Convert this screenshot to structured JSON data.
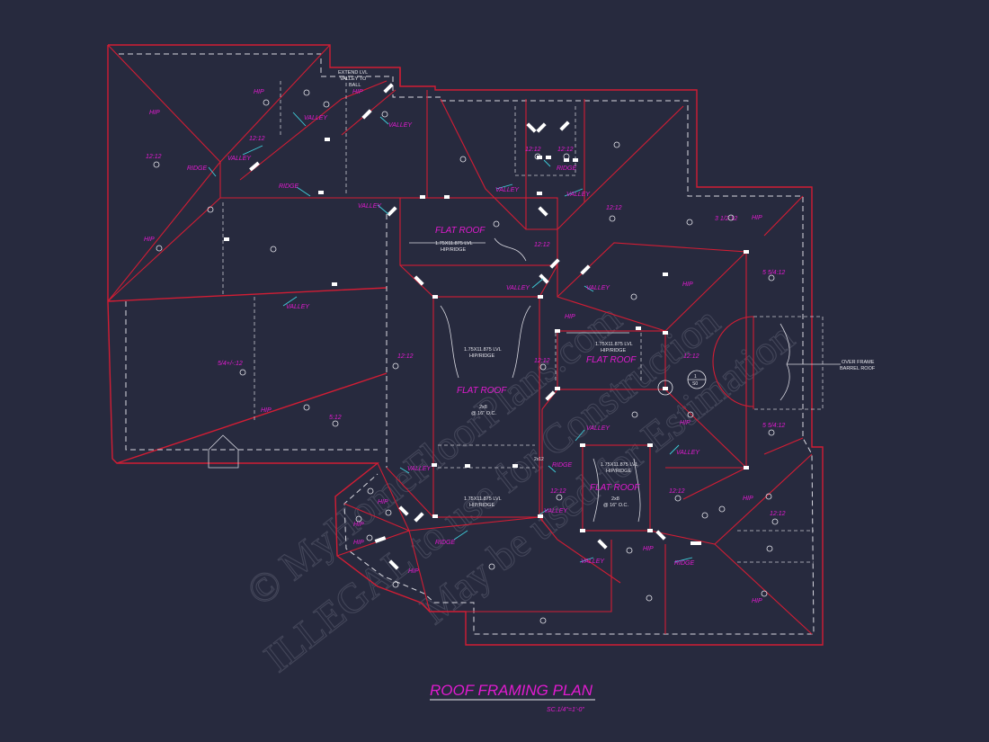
{
  "colors": {
    "background": "#272a3e",
    "walls": "#d21d34",
    "labels": "#e21bd0",
    "leaders": "#3fd0dc",
    "dashed": "#d8d8e0"
  },
  "title": {
    "text": "ROOF FRAMING PLAN",
    "scale": "SC.1/4\"=1'-0\""
  },
  "watermark": {
    "line1": "© MyHomeFloorPlans.com",
    "line2": "ILLEGAL to use for Construction",
    "line3": "May be used for Estimation"
  },
  "labels": {
    "hip": "HIP",
    "valley": "VALLEY",
    "ridge": "RIDGE",
    "flat_roof": "FLAT ROOF",
    "pitch_12_12": "12:12",
    "pitch_5_4": "5/4+/-:12",
    "pitch_5_12": "5:12",
    "pitch_3_12": "3 1/2:12",
    "pitch_5_5": "5 5/4:12",
    "lvl_hip_ridge_size": "1.75X11.875 LVL",
    "lvl_hip_ridge_tag": "HIP/RIDGE",
    "joist_size": "2x8",
    "joist_spacing": "@ 16\" O.C.",
    "extend_lvl_1": "EXTEND LVL",
    "extend_lvl_2": "VALLEY TO",
    "extend_lvl_3": "BALL",
    "over_frame_1": "OVER FRAME",
    "over_frame_2": "BARREL ROOF",
    "detail_num": "1",
    "detail_sheet": "S0",
    "marker": "1",
    "rafter_2x12": "2x12"
  }
}
